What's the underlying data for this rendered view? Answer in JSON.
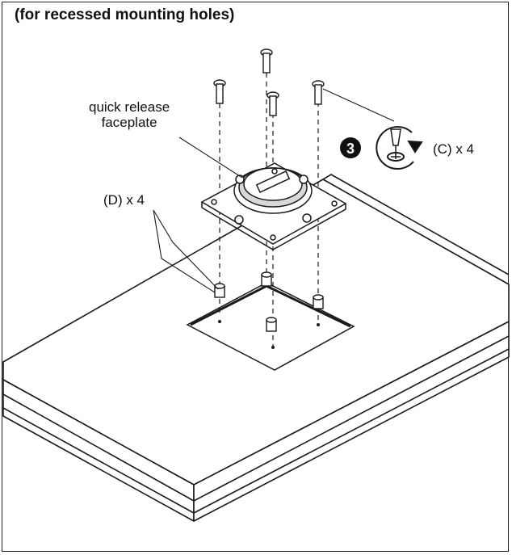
{
  "title": "(for recessed mounting holes)",
  "labels": {
    "quick_release_line1": "quick release",
    "quick_release_line2": "faceplate",
    "spacer_count": "(D) x 4",
    "screw_count": "(C) x 4"
  },
  "step": {
    "number": "3"
  },
  "icons": {
    "step_badge": "step-number-badge",
    "screwdriver": "screwdriver-rotate-icon"
  },
  "colors": {
    "line": "#1a1a1a",
    "fill": "#ffffff",
    "gray": "#d8d8d8"
  }
}
